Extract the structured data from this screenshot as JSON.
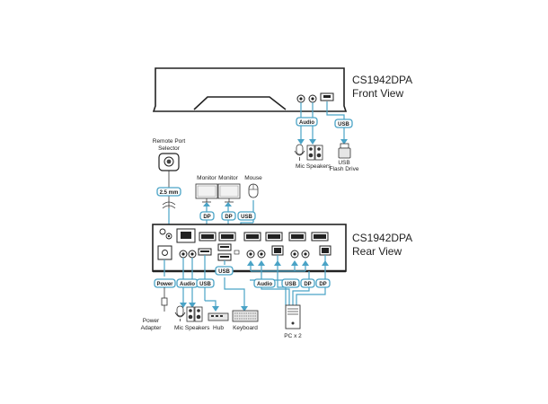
{
  "front_view": {
    "model": "CS1942DPA",
    "view": "Front View",
    "tags": {
      "audio": "Audio",
      "usb": "USB"
    },
    "devices": {
      "mic_speakers": "Mic  Speakers",
      "usb": "USB",
      "flash_drive": "Flash Drive"
    }
  },
  "rear_view": {
    "model": "CS1942DPA",
    "view": "Rear View"
  },
  "top_devices": {
    "remote_port_selector_1": "Remote Port",
    "remote_port_selector_2": "Selector",
    "monitor_1": "Monitor",
    "monitor_2": "Monitor",
    "mouse": "Mouse",
    "tag_25mm": "2.5 mm",
    "tag_dp1": "DP",
    "tag_dp2": "DP",
    "tag_usb": "USB"
  },
  "bottom_devices": {
    "tag_power": "Power",
    "tag_audio": "Audio",
    "tag_usb": "USB",
    "tag_usb_upper": "USB",
    "power_adapter_1": "Power",
    "power_adapter_2": "Adapter",
    "mic_speakers": "Mic Speakers",
    "hub": "Hub",
    "keyboard": "Keyboard"
  },
  "pc_group": {
    "tag_audio": "Audio",
    "tag_usb": "USB",
    "tag_dp1": "DP",
    "tag_dp2": "DP",
    "label": "PC x 2"
  },
  "colors": {
    "line": "#4aa3c6",
    "device_body": "#ffffff",
    "outline": "#333333"
  }
}
